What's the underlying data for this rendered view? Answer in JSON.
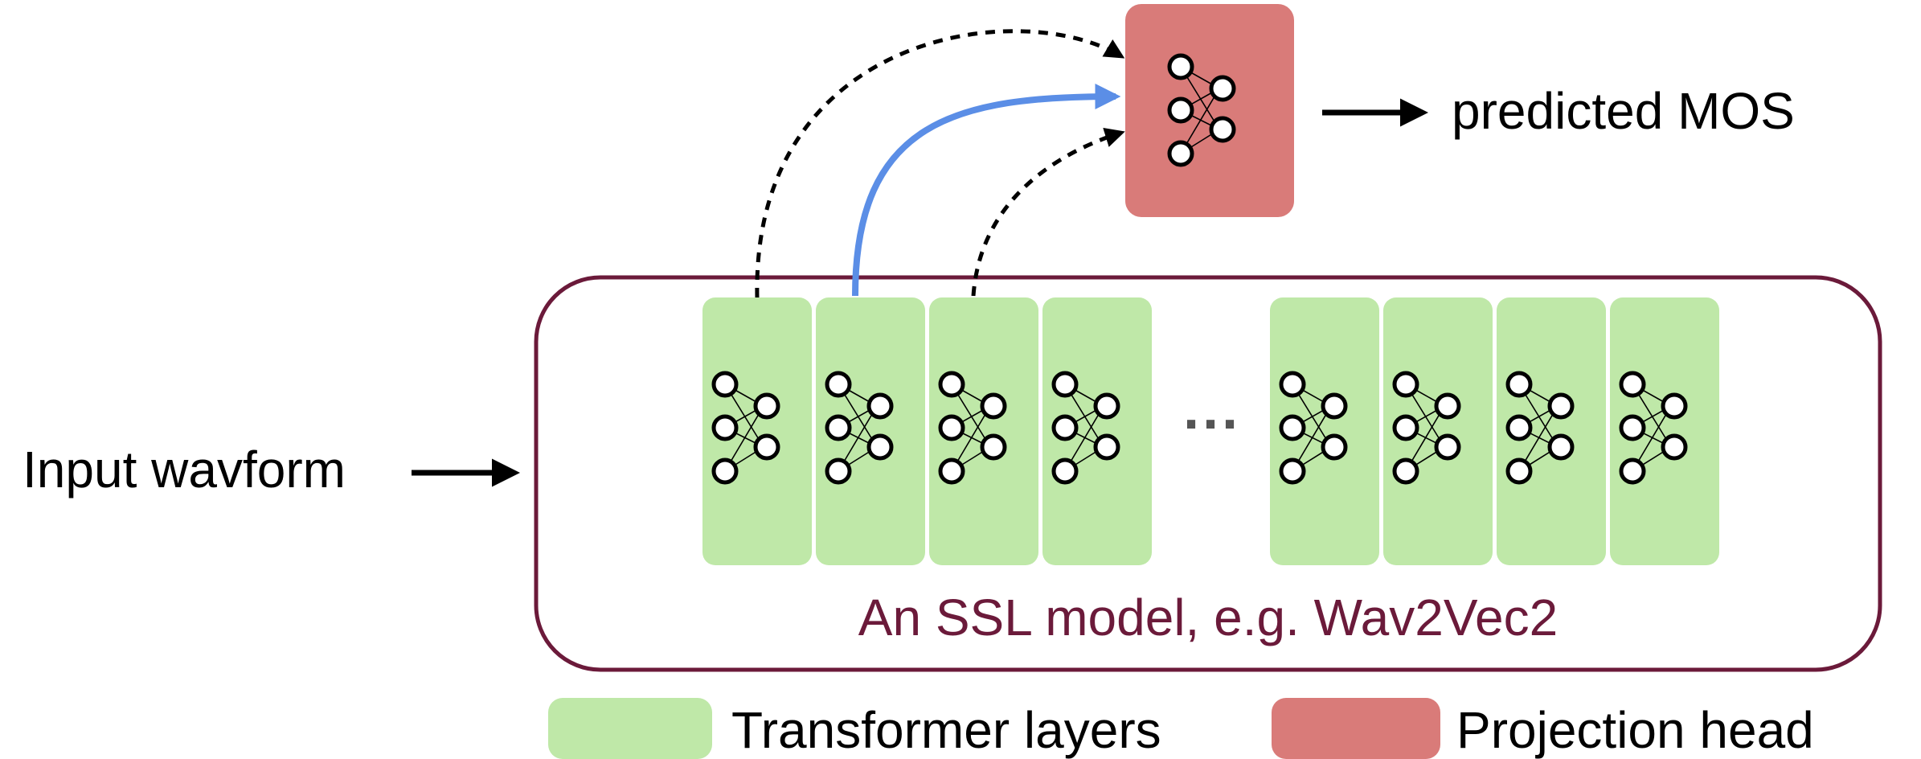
{
  "input_label": "Input wavform",
  "output_label": "predicted MOS",
  "ssl_model_label": "An SSL model, e.g. Wav2Vec2",
  "ellipsis": "···",
  "legend": {
    "transformer": "Transformer layers",
    "projection": "Projection head"
  },
  "layers": {
    "before_ellipsis": 4,
    "after_ellipsis": 4
  },
  "connections": [
    {
      "from_layer": 1,
      "style": "dotted",
      "color": "#000000"
    },
    {
      "from_layer": 2,
      "style": "solid",
      "color": "#5b8ee6"
    },
    {
      "from_layer": 3,
      "style": "dotted",
      "color": "#000000"
    }
  ],
  "colors": {
    "layer_fill": "#bfe8a8",
    "head_fill": "#d97b79",
    "model_border": "#6b1a3a",
    "model_text": "#6b1a3a",
    "highlight_arrow": "#5b8ee6",
    "text": "#000000"
  }
}
